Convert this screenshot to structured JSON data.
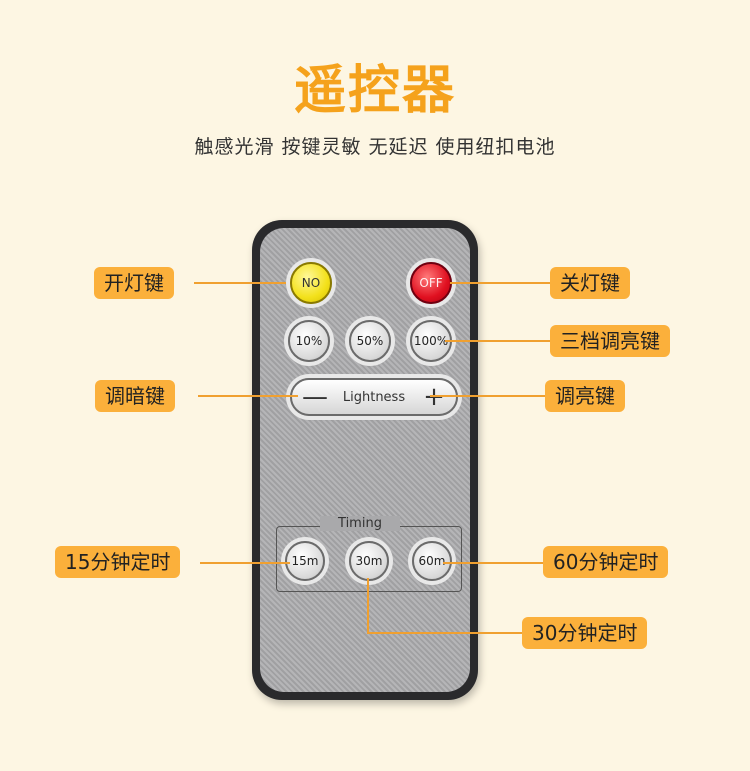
{
  "header": {
    "title": "遥控器",
    "subtitle": "触感光滑  按键灵敏  无延迟  使用纽扣电池"
  },
  "remote": {
    "on_button": "NO",
    "off_button": "OFF",
    "brightness_presets": [
      "10%",
      "50%",
      "100%"
    ],
    "lightness": {
      "label": "Lightness",
      "minus": "—",
      "plus": "+"
    },
    "timing": {
      "label": "Timing",
      "options": [
        "15m",
        "30m",
        "60m"
      ]
    }
  },
  "callouts": {
    "light_on": "开灯键",
    "light_off": "关灯键",
    "three_level": "三档调亮键",
    "dim": "调暗键",
    "brighten": "调亮键",
    "timer_15": "15分钟定时",
    "timer_60": "60分钟定时",
    "timer_30": "30分钟定时"
  },
  "colors": {
    "accent": "#f5a21c",
    "label_bg": "#fbb03b",
    "background": "#fdf6e3"
  }
}
